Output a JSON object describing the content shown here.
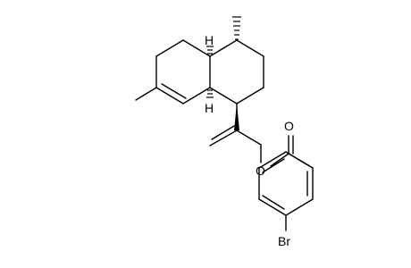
{
  "molecule": {
    "labels": {
      "h_top": "H",
      "h_bottom": "H",
      "oxygen_ester": "O",
      "oxygen_carbonyl": "O",
      "bromine": "Br"
    }
  }
}
